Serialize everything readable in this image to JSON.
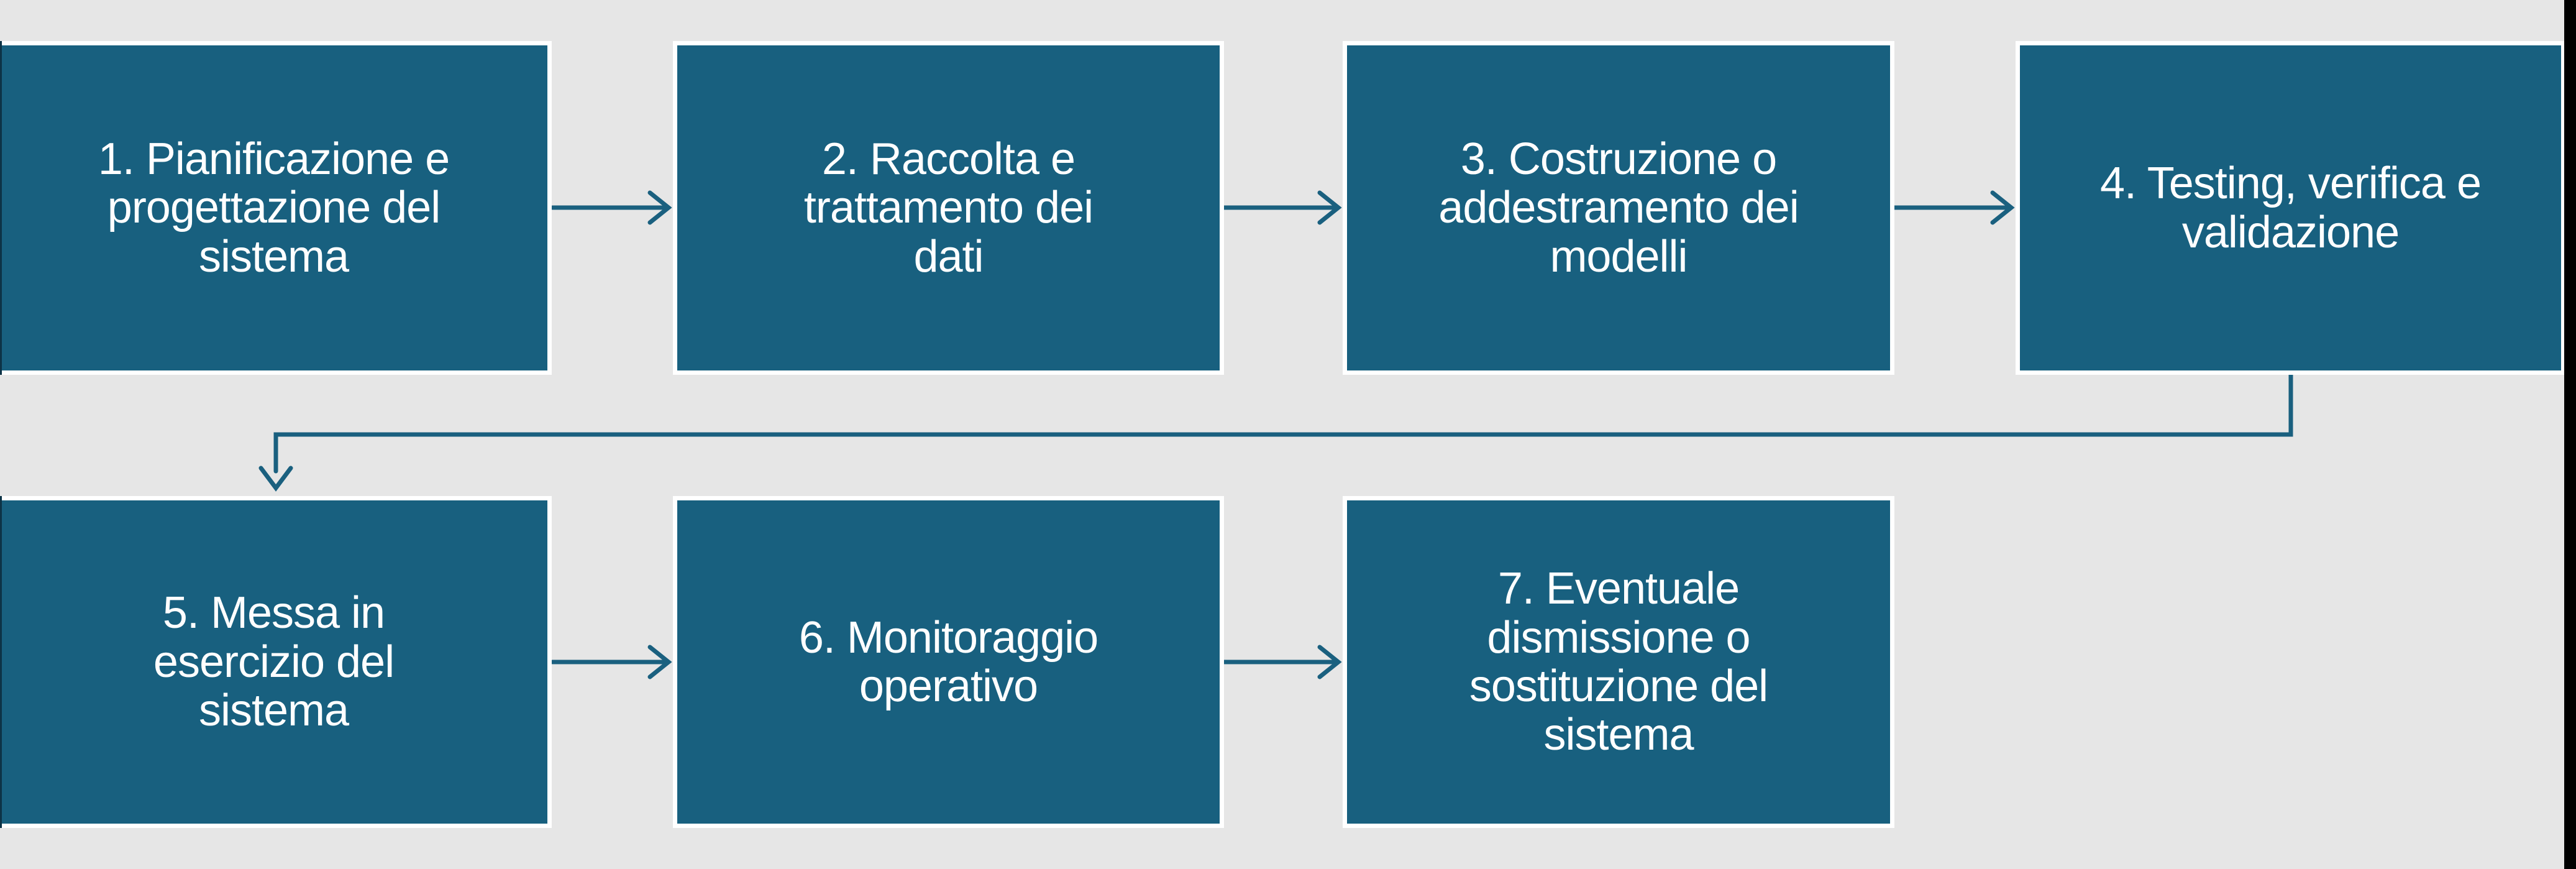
{
  "diagram": {
    "type": "flowchart",
    "language": "it",
    "colors": {
      "background": "#E6E6E6",
      "box_fill": "#18607F",
      "box_border": "#FFFFFF",
      "connector": "#1A607F",
      "text": "#FFFFFF",
      "right_edge_strip": "#000000",
      "left_edge_line": "#0D3346"
    },
    "boxes": [
      {
        "text": "1. Pianificazione e\nprogettazione del\nsistema"
      },
      {
        "text": "2. Raccolta e\ntrattamento dei\ndati"
      },
      {
        "text": "3. Costruzione o\naddestramento dei\nmodelli"
      },
      {
        "text": "4. Testing, verifica e\nvalidazione"
      },
      {
        "text": "5. Messa in\nesercizio del\nsistema"
      },
      {
        "text": "6. Monitoraggio\noperativo"
      },
      {
        "text": "7. Eventuale\ndismissione o\nsostituzione del\nsistema"
      }
    ]
  }
}
